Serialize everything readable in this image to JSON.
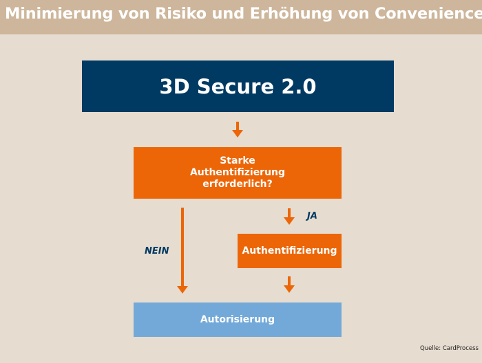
{
  "header": {
    "title": "Minimierung von Risiko und Erhöhung von Convenience"
  },
  "diagram": {
    "nodes": {
      "secure": "3D Secure 2.0",
      "decision_lines": [
        "Starke",
        "Authentifizierung",
        "erforderlich?"
      ],
      "authentication": "Authentifizierung",
      "authorization": "Autorisierung"
    },
    "edge_labels": {
      "yes": "JA",
      "no": "NEIN"
    }
  },
  "footer": {
    "source": "Quelle: CardProcess"
  },
  "colors": {
    "background": "#e6dccf",
    "header": "#cdb69b",
    "navy": "#003a63",
    "orange": "#ec6608",
    "light_blue": "#73a9d8"
  }
}
